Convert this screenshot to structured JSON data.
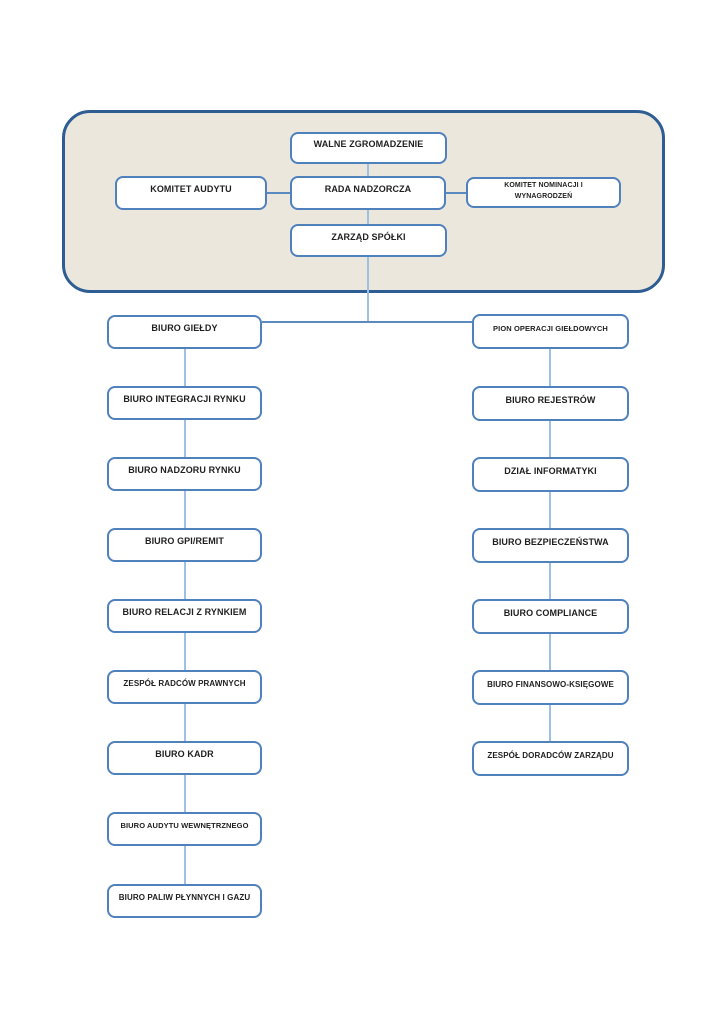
{
  "governance": {
    "general_meeting": "WALNE ZGROMADZENIE",
    "audit_committee": "KOMITET AUDYTU",
    "supervisory_board": "RADA NADZORCZA",
    "nomination_committee": "KOMITET NOMINACJI I WYNAGRODZEŃ",
    "management_board": "ZARZĄD SPÓŁKI"
  },
  "left_column": [
    "BIURO GIEŁDY",
    "BIURO INTEGRACJI RYNKU",
    "BIURO NADZORU RYNKU",
    "BIURO GPI/REMIT",
    "BIURO RELACJI Z RYNKIEM",
    "ZESPÓŁ RADCÓW PRAWNYCH",
    "BIURO KADR",
    "BIURO AUDYTU WEWNĘTRZNEGO",
    "BIURO PALIW PŁYNNYCH I GAZU"
  ],
  "right_column": [
    "PION OPERACJI GIEŁDOWYCH",
    "BIURO REJESTRÓW",
    "DZIAŁ INFORMATYKI",
    "BIURO BEZPIECZEŃSTWA",
    "BIURO COMPLIANCE",
    "BIURO FINANSOWO-KSIĘGOWE",
    "ZESPÓŁ DORADCÓW ZARZĄDU"
  ],
  "colors": {
    "container_fill": "#ebe7dd",
    "container_border": "#2e5d94",
    "box_border": "#4f81bd",
    "connector_v": "#9dc0e4",
    "connector_h": "#5b8ac0",
    "label_text": "#1f1f1f"
  }
}
